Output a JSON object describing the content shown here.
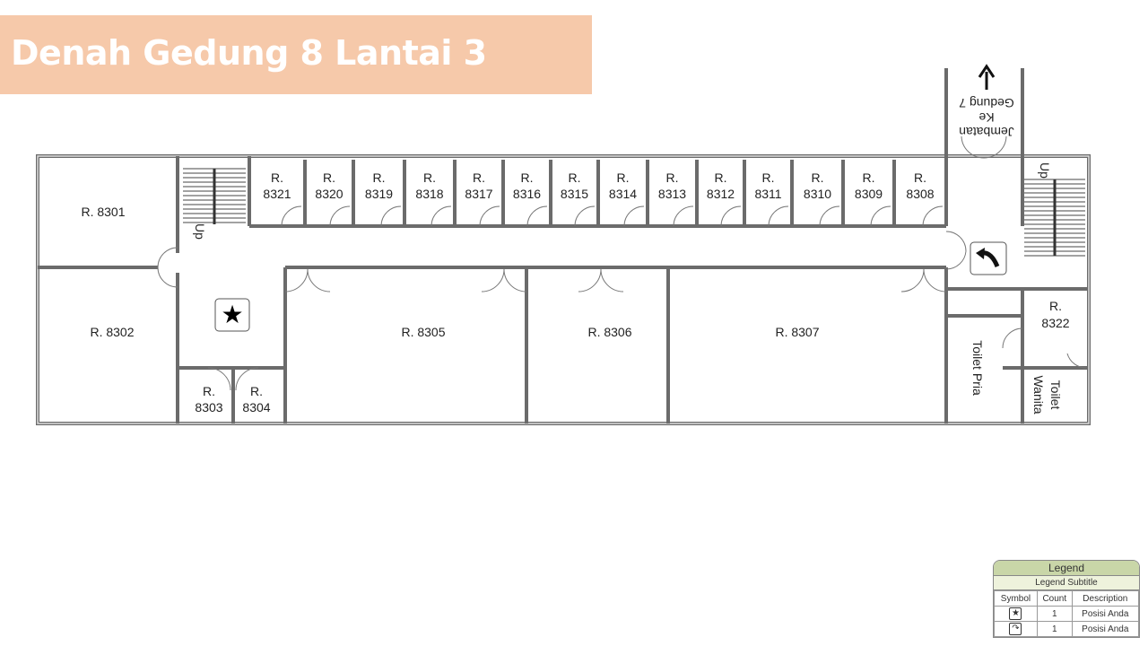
{
  "title": "Denah Gedung 8 Lantai 3",
  "rooms": {
    "r8301": "R. 8301",
    "r8302": "R. 8302",
    "r8305": "R. 8305",
    "r8306": "R. 8306",
    "r8307": "R. 8307",
    "r8303a": "R.",
    "r8303b": "8303",
    "r8304a": "R.",
    "r8304b": "8304",
    "r8322a": "R.",
    "r8322b": "8322",
    "row": [
      "8321",
      "8320",
      "8319",
      "8318",
      "8317",
      "8316",
      "8315",
      "8314",
      "8313",
      "8312",
      "8311",
      "8310",
      "8309",
      "8308"
    ],
    "row_prefix": "R.",
    "toilet_pria": "Toilet Pria",
    "toilet_wanita_1": "Toilet",
    "toilet_wanita_2": "Wanita",
    "bridge_1": "Jembatan",
    "bridge_2": "Ke",
    "bridge_3": "Gedung 7",
    "up": "Up"
  },
  "legend": {
    "title": "Legend",
    "subtitle": "Legend Subtitle",
    "headers": [
      "Symbol",
      "Count",
      "Description"
    ],
    "rows": [
      {
        "symbol": "star-icon",
        "count": "1",
        "description": "Posisi Anda"
      },
      {
        "symbol": "turn-arrow-icon",
        "count": "1",
        "description": "Posisi Anda"
      }
    ]
  }
}
